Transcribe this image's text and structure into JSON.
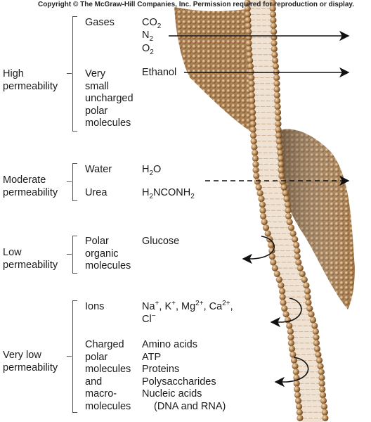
{
  "copyright": "Copyright © The McGraw-Hill Companies, Inc. Permission required for reproduction or display.",
  "categories": [
    {
      "label": [
        "High",
        "permeability"
      ],
      "groups": [
        {
          "type": [
            "Gases"
          ],
          "molecules": [
            [
              "CO",
              "2",
              ""
            ],
            [
              "N",
              "2",
              ""
            ],
            [
              "O",
              "2",
              ""
            ]
          ]
        },
        {
          "type": [
            "Very",
            "small",
            "uncharged",
            "polar",
            "molecules"
          ],
          "molecules": [
            [
              "Ethanol"
            ]
          ]
        }
      ],
      "transport": "crosses membrane (solid arrow)"
    },
    {
      "label": [
        "Moderate",
        "permeability"
      ],
      "groups": [
        {
          "type": [
            "Water"
          ],
          "molecules": [
            [
              "H",
              "2",
              "O"
            ]
          ]
        },
        {
          "type": [
            "Urea"
          ],
          "molecules": [
            [
              "H",
              "2",
              "NCONH",
              "2"
            ]
          ]
        }
      ],
      "transport": "crosses membrane (dashed arrow)"
    },
    {
      "label": [
        "Low",
        "permeability"
      ],
      "groups": [
        {
          "type": [
            "Polar",
            "organic",
            "molecules"
          ],
          "molecules": [
            [
              "Glucose"
            ]
          ]
        }
      ],
      "transport": "turned back (curved arrow)"
    },
    {
      "label": [
        "Very low",
        "permeability"
      ],
      "groups": [
        {
          "type": [
            "Ions"
          ],
          "molecules": [
            [
              "Na",
              "+",
              ", K",
              "+",
              ", Mg",
              "2+",
              ", Ca",
              "2+",
              ","
            ],
            [
              "Cl",
              "−"
            ]
          ]
        },
        {
          "type": [
            "Charged",
            "polar",
            "molecules",
            "and",
            "macro-",
            "molecules"
          ],
          "molecules": [
            [
              "Amino acids"
            ],
            [
              "ATP"
            ],
            [
              "Proteins"
            ],
            [
              "Polysaccharides"
            ],
            [
              "Nucleic acids"
            ],
            [
              "(DNA and RNA)"
            ]
          ]
        }
      ],
      "transport": "turned back (curved arrow)"
    }
  ],
  "colors": {
    "membrane_head": "#b88a55",
    "membrane_head_dark": "#7a5530",
    "tail": "#e9d8c4",
    "arrow": "#111111",
    "bracket": "#555555"
  }
}
